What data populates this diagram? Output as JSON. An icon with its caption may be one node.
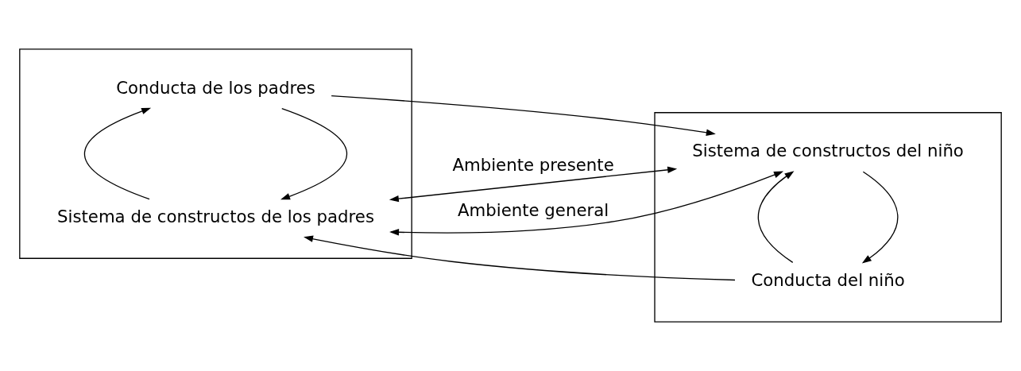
{
  "diagram": {
    "nodes": [
      {
        "text": [],
        "shape": "box"
      },
      {
        "text": [
          "Conducta de los padres"
        ],
        "in": 0
      },
      {
        "text": [
          "Sistema de constructos de los padres"
        ],
        "in": 0
      },
      {
        "text": [],
        "shape": "box"
      },
      {
        "text": [
          "Sistema de constructos del niño"
        ],
        "in": 3
      },
      {
        "text": [
          "Conducta del niño"
        ],
        "in": 3
      }
    ],
    "edges": [
      {
        "from": 2,
        "to": 4,
        "arrow": "both",
        "label": "Ambiente presente"
      },
      {
        "from": 1,
        "to": 4,
        "arrow": "to"
      },
      {
        "from": 1,
        "to": 2,
        "arrow": "to"
      },
      {
        "from": 2,
        "to": 1,
        "arrow": "to"
      },
      {
        "from": 4,
        "to": 5,
        "arrow": "to"
      },
      {
        "from": 5,
        "to": 4,
        "arrow": "to"
      },
      {
        "from": 5,
        "to": 2,
        "arrow": "to"
      },
      {
        "from": 4,
        "to": 2,
        "arrow": "both",
        "label": "Ambiente general"
      }
    ]
  }
}
